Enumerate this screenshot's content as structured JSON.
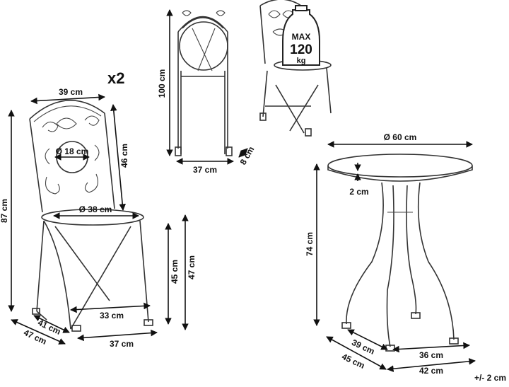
{
  "multiplier": "x2",
  "weight_badge": {
    "line1": "MAX",
    "line2": "120",
    "line3": "kg"
  },
  "chair": {
    "backrest_width": "39 cm",
    "medallion_diameter": "Ø 18 cm",
    "backrest_height": "46 cm",
    "seat_diameter": "Ø 38 cm",
    "total_height": "87 cm",
    "seat_height_outer": "47 cm",
    "seat_height_inner": "45 cm",
    "leg_spread": "33 cm",
    "base_width": "37 cm",
    "depth_inner": "41 cm",
    "depth_outer": "47 cm"
  },
  "folded_chair": {
    "height": "100 cm",
    "width": "37 cm",
    "depth": "8 cm"
  },
  "table": {
    "top_diameter": "Ø 60 cm",
    "top_thickness": "2 cm",
    "height": "74 cm",
    "foot_inner_depth": "39 cm",
    "foot_inner_width": "36 cm",
    "foot_outer_depth": "45 cm",
    "foot_outer_width": "42 cm"
  },
  "tolerance": "+/- 2 cm"
}
